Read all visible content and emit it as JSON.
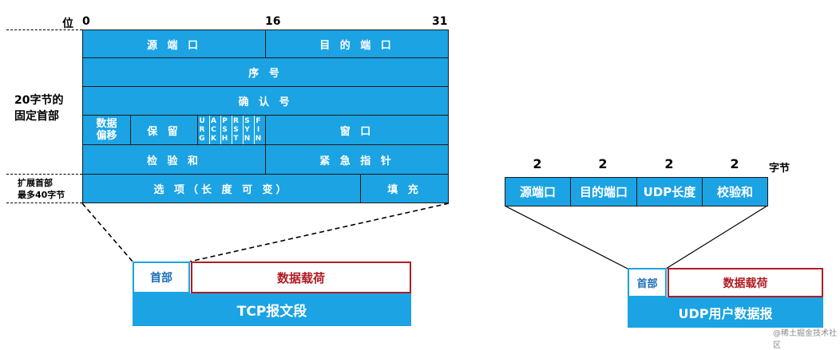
{
  "tcp_header": {
    "bit_label": "位",
    "bit_start": "0",
    "bit_mid": "16",
    "bit_end": "31",
    "fixed_label_line1": "20字节的",
    "fixed_label_line2": "固定首部",
    "ext_label_line1": "扩展首部",
    "ext_label_line2": "最多40字节",
    "fields": {
      "src_port": "源 端 口",
      "dst_port": "目 的 端 口",
      "seq": "序 号",
      "ack": "确 认 号",
      "offset_line1": "数据",
      "offset_line2": "偏移",
      "reserved": "保 留",
      "window": "窗 口",
      "checksum": "检 验 和",
      "urgent_ptr": "紧 急 指 针",
      "options": "选 项（长 度 可 变）",
      "padding": "填 充"
    },
    "flags": [
      [
        "U",
        "R",
        "G"
      ],
      [
        "A",
        "C",
        "K"
      ],
      [
        "P",
        "S",
        "H"
      ],
      [
        "R",
        "S",
        "T"
      ],
      [
        "S",
        "Y",
        "N"
      ],
      [
        "F",
        "I",
        "N"
      ]
    ]
  },
  "tcp_segment": {
    "header": "首部",
    "payload": "数据载荷",
    "name": "TCP报文段"
  },
  "udp_header": {
    "unit": "字节",
    "sizes": [
      "2",
      "2",
      "2",
      "2"
    ],
    "fields": [
      "源端口",
      "目的端口",
      "UDP长度",
      "校验和"
    ]
  },
  "udp_datagram": {
    "header": "首部",
    "payload": "数据载荷",
    "name": "UDP用户数据报"
  },
  "watermark": "@稀土掘金技术社区",
  "colors": {
    "field_blue": "#1ba3e3",
    "payload_red": "#b01c24",
    "header_text_blue": "#1b6fb8"
  }
}
